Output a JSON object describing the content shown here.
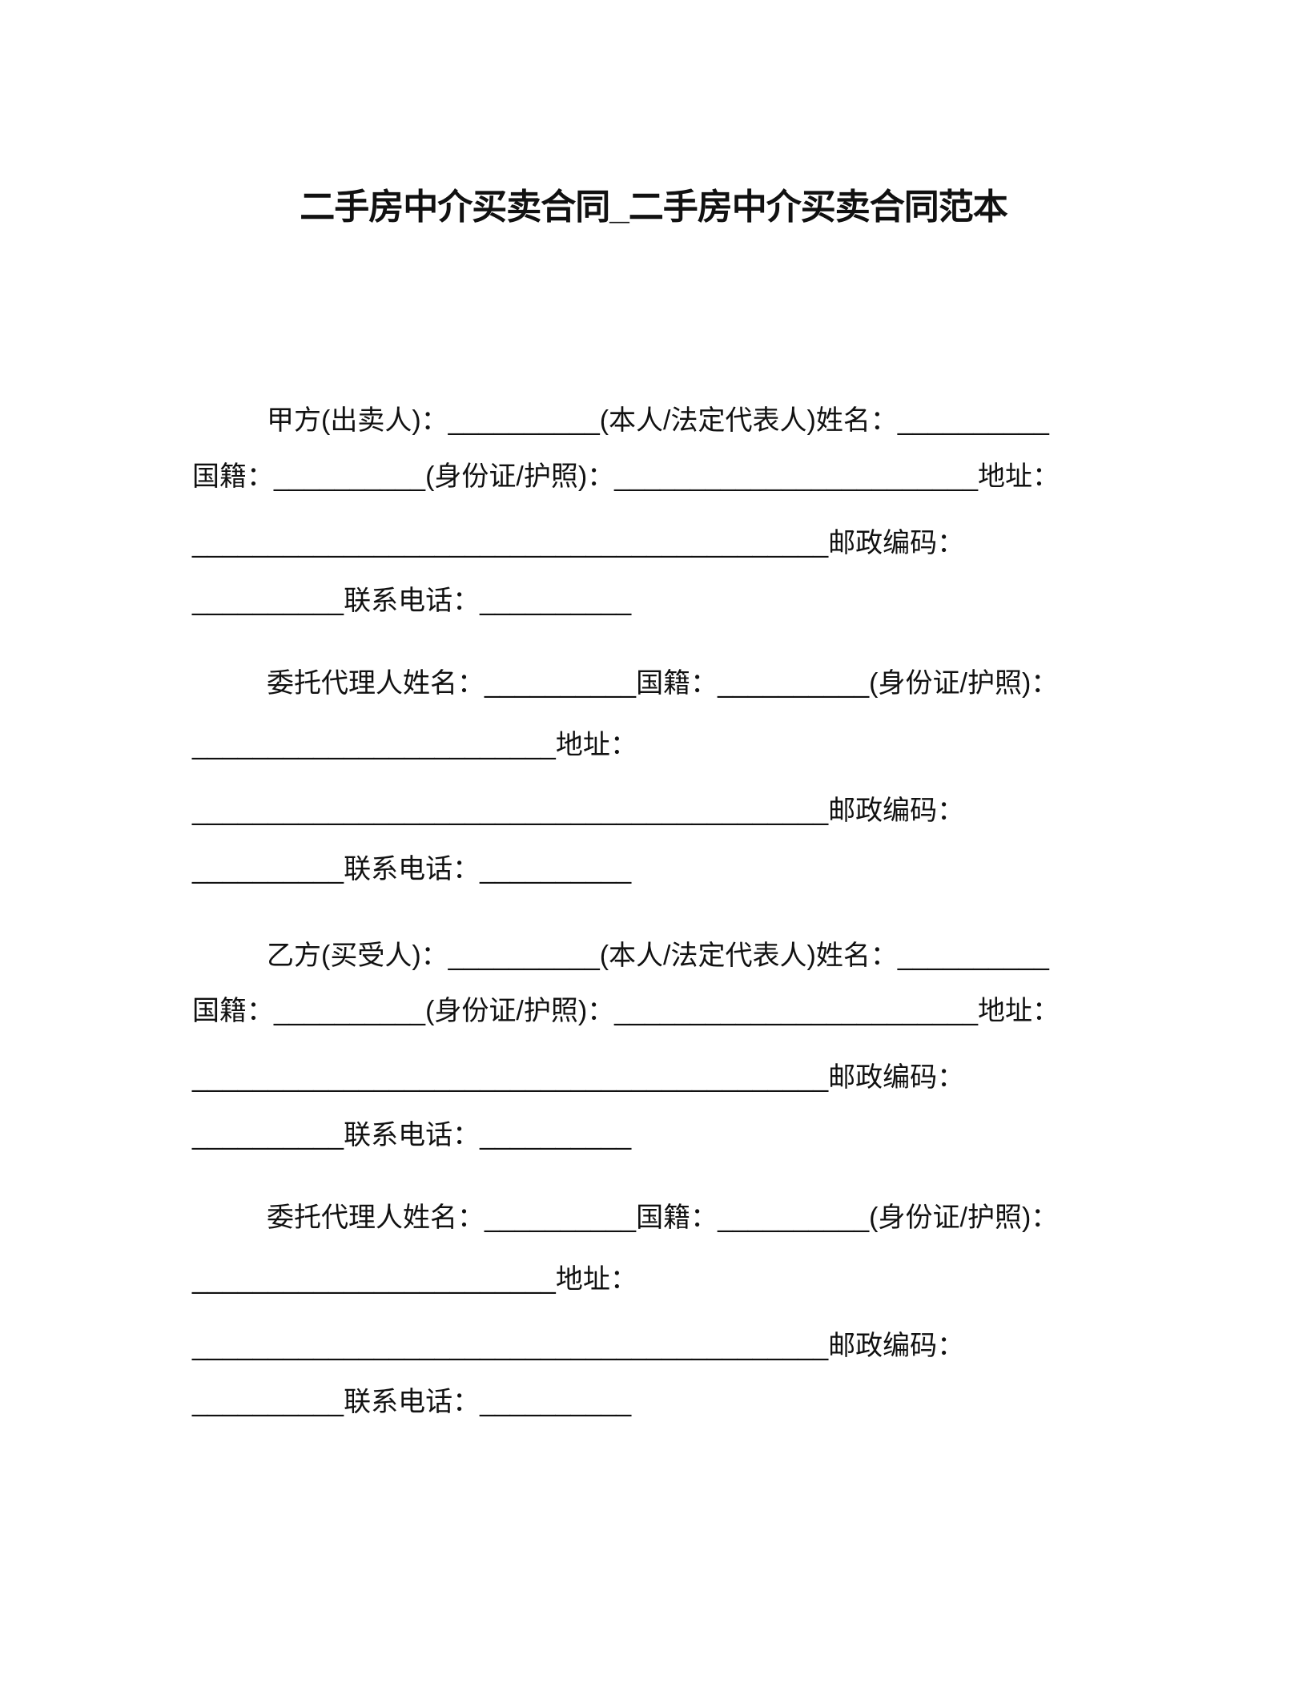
{
  "title": "二手房中介买卖合同_二手房中介买卖合同范本",
  "sections": [
    {
      "lines": [
        "甲方(出卖人)：__________(本人/法定代表人)姓名：__________",
        "国籍：__________(身份证/护照)：________________________地址：",
        "__________________________________________邮政编码：",
        "__________联系电话：__________"
      ]
    },
    {
      "lines": [
        "委托代理人姓名：__________国籍：__________(身份证/护照)：",
        "________________________地址：",
        "__________________________________________邮政编码：",
        "__________联系电话：__________"
      ]
    },
    {
      "lines": [
        "乙方(买受人)：__________(本人/法定代表人)姓名：__________",
        "国籍：__________(身份证/护照)：________________________地址：",
        "__________________________________________邮政编码：",
        "__________联系电话：__________"
      ]
    },
    {
      "lines": [
        "委托代理人姓名：__________国籍：__________(身份证/护照)：",
        "________________________地址：",
        "__________________________________________邮政编码：",
        "__________联系电话：__________"
      ]
    }
  ]
}
